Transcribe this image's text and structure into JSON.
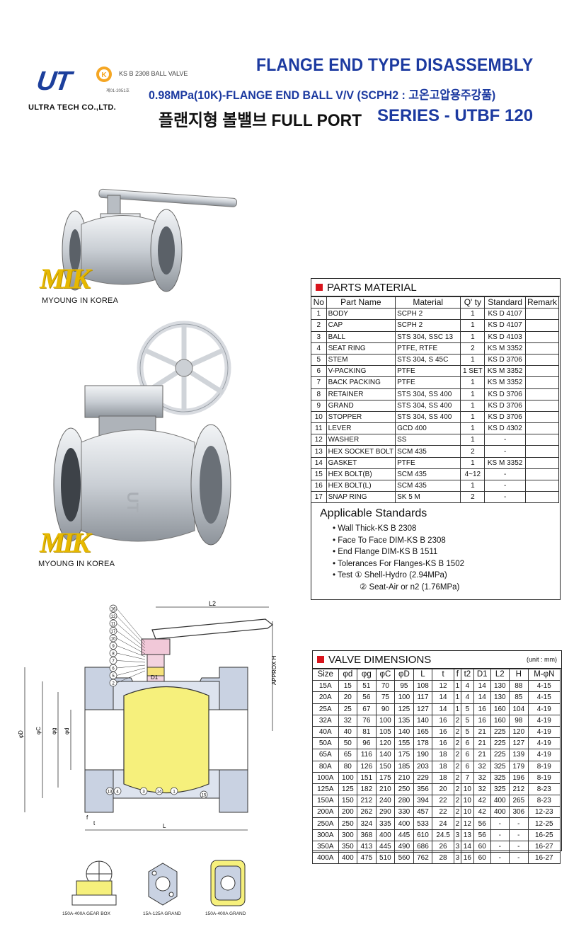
{
  "header": {
    "brand": "UT",
    "ks_label": "KS B 2308 BALL VALVE",
    "ks_number": "제01-2051호",
    "company": "ULTRA TECH CO.,LTD.",
    "title_line1": "FLANGE END TYPE DISASSEMBLY",
    "title_line2": "0.98MPa(10K)-FLANGE END BALL V/V (SCPH2 : 고온고압용주강품)",
    "title_line3_black": "플랜지형 볼밸브 FULL PORT",
    "title_line3_blue": "SERIES - UTBF 120"
  },
  "photos": {
    "watermark": "MIK",
    "caption": "MYOUNG IN KOREA"
  },
  "parts": {
    "title": "PARTS MATERIAL",
    "headers": [
      "No",
      "Part Name",
      "Material",
      "Q' ty",
      "Standard",
      "Remark"
    ],
    "rows": [
      [
        "1",
        "BODY",
        "SCPH 2",
        "1",
        "KS D 4107",
        ""
      ],
      [
        "2",
        "CAP",
        "SCPH 2",
        "1",
        "KS D 4107",
        ""
      ],
      [
        "3",
        "BALL",
        "STS 304, SSC 13",
        "1",
        "KS D 4103",
        ""
      ],
      [
        "4",
        "SEAT RING",
        "PTFE, RTFE",
        "2",
        "KS M 3352",
        ""
      ],
      [
        "5",
        "STEM",
        "STS 304, S 45C",
        "1",
        "KS D 3706",
        ""
      ],
      [
        "6",
        "V-PACKING",
        "PTFE",
        "1 SET",
        "KS M 3352",
        ""
      ],
      [
        "7",
        "BACK PACKING",
        "PTFE",
        "1",
        "KS M 3352",
        ""
      ],
      [
        "8",
        "RETAINER",
        "STS 304, SS 400",
        "1",
        "KS D 3706",
        ""
      ],
      [
        "9",
        "GRAND",
        "STS 304, SS 400",
        "1",
        "KS D 3706",
        ""
      ],
      [
        "10",
        "STOPPER",
        "STS 304, SS 400",
        "1",
        "KS D 3706",
        ""
      ],
      [
        "11",
        "LEVER",
        "GCD 400",
        "1",
        "KS D 4302",
        ""
      ],
      [
        "12",
        "WASHER",
        "SS",
        "1",
        "-",
        ""
      ],
      [
        "13",
        "HEX SOCKET BOLT",
        "SCM 435",
        "2",
        "-",
        ""
      ],
      [
        "14",
        "GASKET",
        "PTFE",
        "1",
        "KS M 3352",
        ""
      ],
      [
        "15",
        "HEX BOLT(B)",
        "SCM 435",
        "4~12",
        "-",
        ""
      ],
      [
        "16",
        "HEX BOLT(L)",
        "SCM 435",
        "1",
        "-",
        ""
      ],
      [
        "17",
        "SNAP RING",
        "SK 5 M",
        "2",
        "-",
        ""
      ]
    ],
    "standards_title": "Applicable Standards",
    "standards": [
      "• Wall Thick-KS B 2308",
      "• Face To Face DIM-KS B 2308",
      "• End Flange DIM-KS B 1511",
      "• Tolerances For Flanges-KS B 1502",
      "• Test ① Shell-Hydro (2.94MPa)",
      "② Seat-Air or n2 (1.76MPa)"
    ]
  },
  "dims": {
    "title": "VALVE DIMENSIONS",
    "unit": "(unit : mm)",
    "headers": [
      "Size",
      "φd",
      "φg",
      "φC",
      "φD",
      "L",
      "t",
      "f",
      "t2",
      "D1",
      "L2",
      "H",
      "M-φN"
    ],
    "rows": [
      [
        "15A",
        "15",
        "51",
        "70",
        "95",
        "108",
        "12",
        "1",
        "4",
        "14",
        "130",
        "88",
        "4-15"
      ],
      [
        "20A",
        "20",
        "56",
        "75",
        "100",
        "117",
        "14",
        "1",
        "4",
        "14",
        "130",
        "85",
        "4-15"
      ],
      [
        "25A",
        "25",
        "67",
        "90",
        "125",
        "127",
        "14",
        "1",
        "5",
        "16",
        "160",
        "104",
        "4-19"
      ],
      [
        "32A",
        "32",
        "76",
        "100",
        "135",
        "140",
        "16",
        "2",
        "5",
        "16",
        "160",
        "98",
        "4-19"
      ],
      [
        "40A",
        "40",
        "81",
        "105",
        "140",
        "165",
        "16",
        "2",
        "5",
        "21",
        "225",
        "120",
        "4-19"
      ],
      [
        "50A",
        "50",
        "96",
        "120",
        "155",
        "178",
        "16",
        "2",
        "6",
        "21",
        "225",
        "127",
        "4-19"
      ],
      [
        "65A",
        "65",
        "116",
        "140",
        "175",
        "190",
        "18",
        "2",
        "6",
        "21",
        "225",
        "139",
        "4-19"
      ],
      [
        "80A",
        "80",
        "126",
        "150",
        "185",
        "203",
        "18",
        "2",
        "6",
        "32",
        "325",
        "179",
        "8-19"
      ],
      [
        "100A",
        "100",
        "151",
        "175",
        "210",
        "229",
        "18",
        "2",
        "7",
        "32",
        "325",
        "196",
        "8-19"
      ],
      [
        "125A",
        "125",
        "182",
        "210",
        "250",
        "356",
        "20",
        "2",
        "10",
        "32",
        "325",
        "212",
        "8-23"
      ],
      [
        "150A",
        "150",
        "212",
        "240",
        "280",
        "394",
        "22",
        "2",
        "10",
        "42",
        "400",
        "265",
        "8-23"
      ],
      [
        "200A",
        "200",
        "262",
        "290",
        "330",
        "457",
        "22",
        "2",
        "10",
        "42",
        "400",
        "306",
        "12-23"
      ],
      [
        "250A",
        "250",
        "324",
        "335",
        "400",
        "533",
        "24",
        "2",
        "12",
        "56",
        "-",
        "-",
        "12-25"
      ],
      [
        "300A",
        "300",
        "368",
        "400",
        "445",
        "610",
        "24.5",
        "3",
        "13",
        "56",
        "-",
        "-",
        "16-25"
      ],
      [
        "350A",
        "350",
        "413",
        "445",
        "490",
        "686",
        "26",
        "3",
        "14",
        "60",
        "-",
        "-",
        "16-27"
      ],
      [
        "400A",
        "400",
        "475",
        "510",
        "560",
        "762",
        "28",
        "3",
        "16",
        "60",
        "-",
        "-",
        "16-27"
      ]
    ]
  },
  "drawing": {
    "callouts": [
      "16",
      "12",
      "11",
      "17",
      "10",
      "9",
      "8",
      "7",
      "6",
      "5",
      "2"
    ],
    "bottom_callouts": [
      "13",
      "4",
      "3",
      "14",
      "1",
      "15"
    ],
    "labels": {
      "l2": "L2",
      "approx_h": "APPROX H",
      "d1": "D1",
      "phi_d_big": "φD",
      "phi_c": "φC",
      "phi_g": "φg",
      "phi_d": "φd",
      "l": "L",
      "t": "t",
      "f": "f"
    },
    "captions": [
      "150A-400A GEAR BOX",
      "15A-125A GRAND",
      "150A-400A GRAND"
    ]
  }
}
